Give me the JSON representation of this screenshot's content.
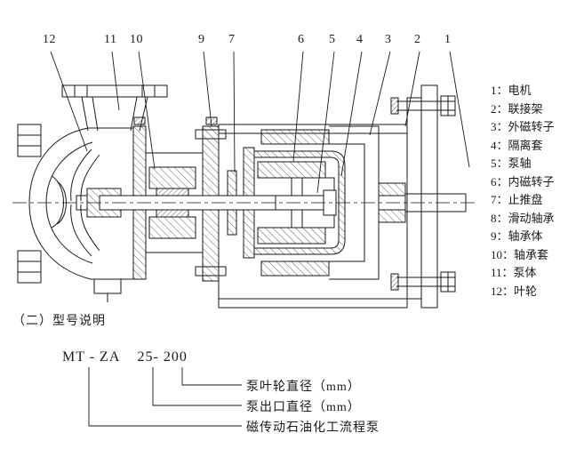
{
  "figure": {
    "callouts": [
      {
        "num": "12"
      },
      {
        "num": "11"
      },
      {
        "num": "10"
      },
      {
        "num": "9"
      },
      {
        "num": "7"
      },
      {
        "num": "6"
      },
      {
        "num": "5"
      },
      {
        "num": "4"
      },
      {
        "num": "3"
      },
      {
        "num": "2"
      },
      {
        "num": "1"
      }
    ]
  },
  "legend": {
    "separator": "：",
    "items": [
      {
        "num": "1",
        "label": "电机"
      },
      {
        "num": "2",
        "label": "联接架"
      },
      {
        "num": "3",
        "label": "外磁转子"
      },
      {
        "num": "4",
        "label": "隔离套"
      },
      {
        "num": "5",
        "label": "泵轴"
      },
      {
        "num": "6",
        "label": "内磁转子"
      },
      {
        "num": "7",
        "label": "止推盘"
      },
      {
        "num": "8",
        "label": "滑动轴承"
      },
      {
        "num": "9",
        "label": "轴承体"
      },
      {
        "num": "10",
        "label": "轴承套"
      },
      {
        "num": "11",
        "label": "泵体"
      },
      {
        "num": "12",
        "label": "叶轮"
      }
    ]
  },
  "model": {
    "heading": "（二）型号说明",
    "code": "MT - ZA    25- 200",
    "annotations": [
      {
        "label": "泵叶轮直径（mm）"
      },
      {
        "label": "泵出口直径（mm）"
      },
      {
        "label": "磁传动石油化工流程泵"
      }
    ]
  },
  "colors": {
    "line": "#1a1a1a",
    "background": "#ffffff"
  }
}
